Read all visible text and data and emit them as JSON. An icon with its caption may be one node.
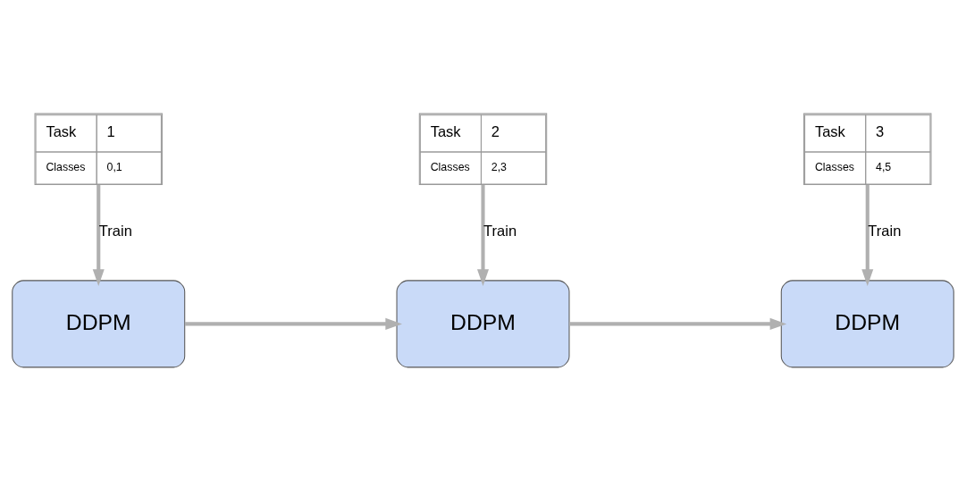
{
  "diagram": {
    "nodes": [
      {
        "text": [
          "Task",
          "1",
          "Classes",
          "0,1"
        ]
      },
      {
        "text": [
          "Task",
          "2",
          "Classes",
          "2,3"
        ]
      },
      {
        "text": [
          "Task",
          "3",
          "Classes",
          "4,5"
        ]
      },
      {
        "text": [
          "DDPM"
        ]
      },
      {
        "text": [
          "DDPM"
        ]
      },
      {
        "text": [
          "DDPM"
        ]
      }
    ],
    "edges": [
      {
        "from": 0,
        "to": 3,
        "arrow": "to",
        "label": "Train"
      },
      {
        "from": 1,
        "to": 4,
        "arrow": "to",
        "label": "Train"
      },
      {
        "from": 2,
        "to": 5,
        "arrow": "to",
        "label": "Train"
      },
      {
        "from": 3,
        "to": 4,
        "arrow": "to"
      },
      {
        "from": 4,
        "to": 5,
        "arrow": "to"
      }
    ]
  }
}
